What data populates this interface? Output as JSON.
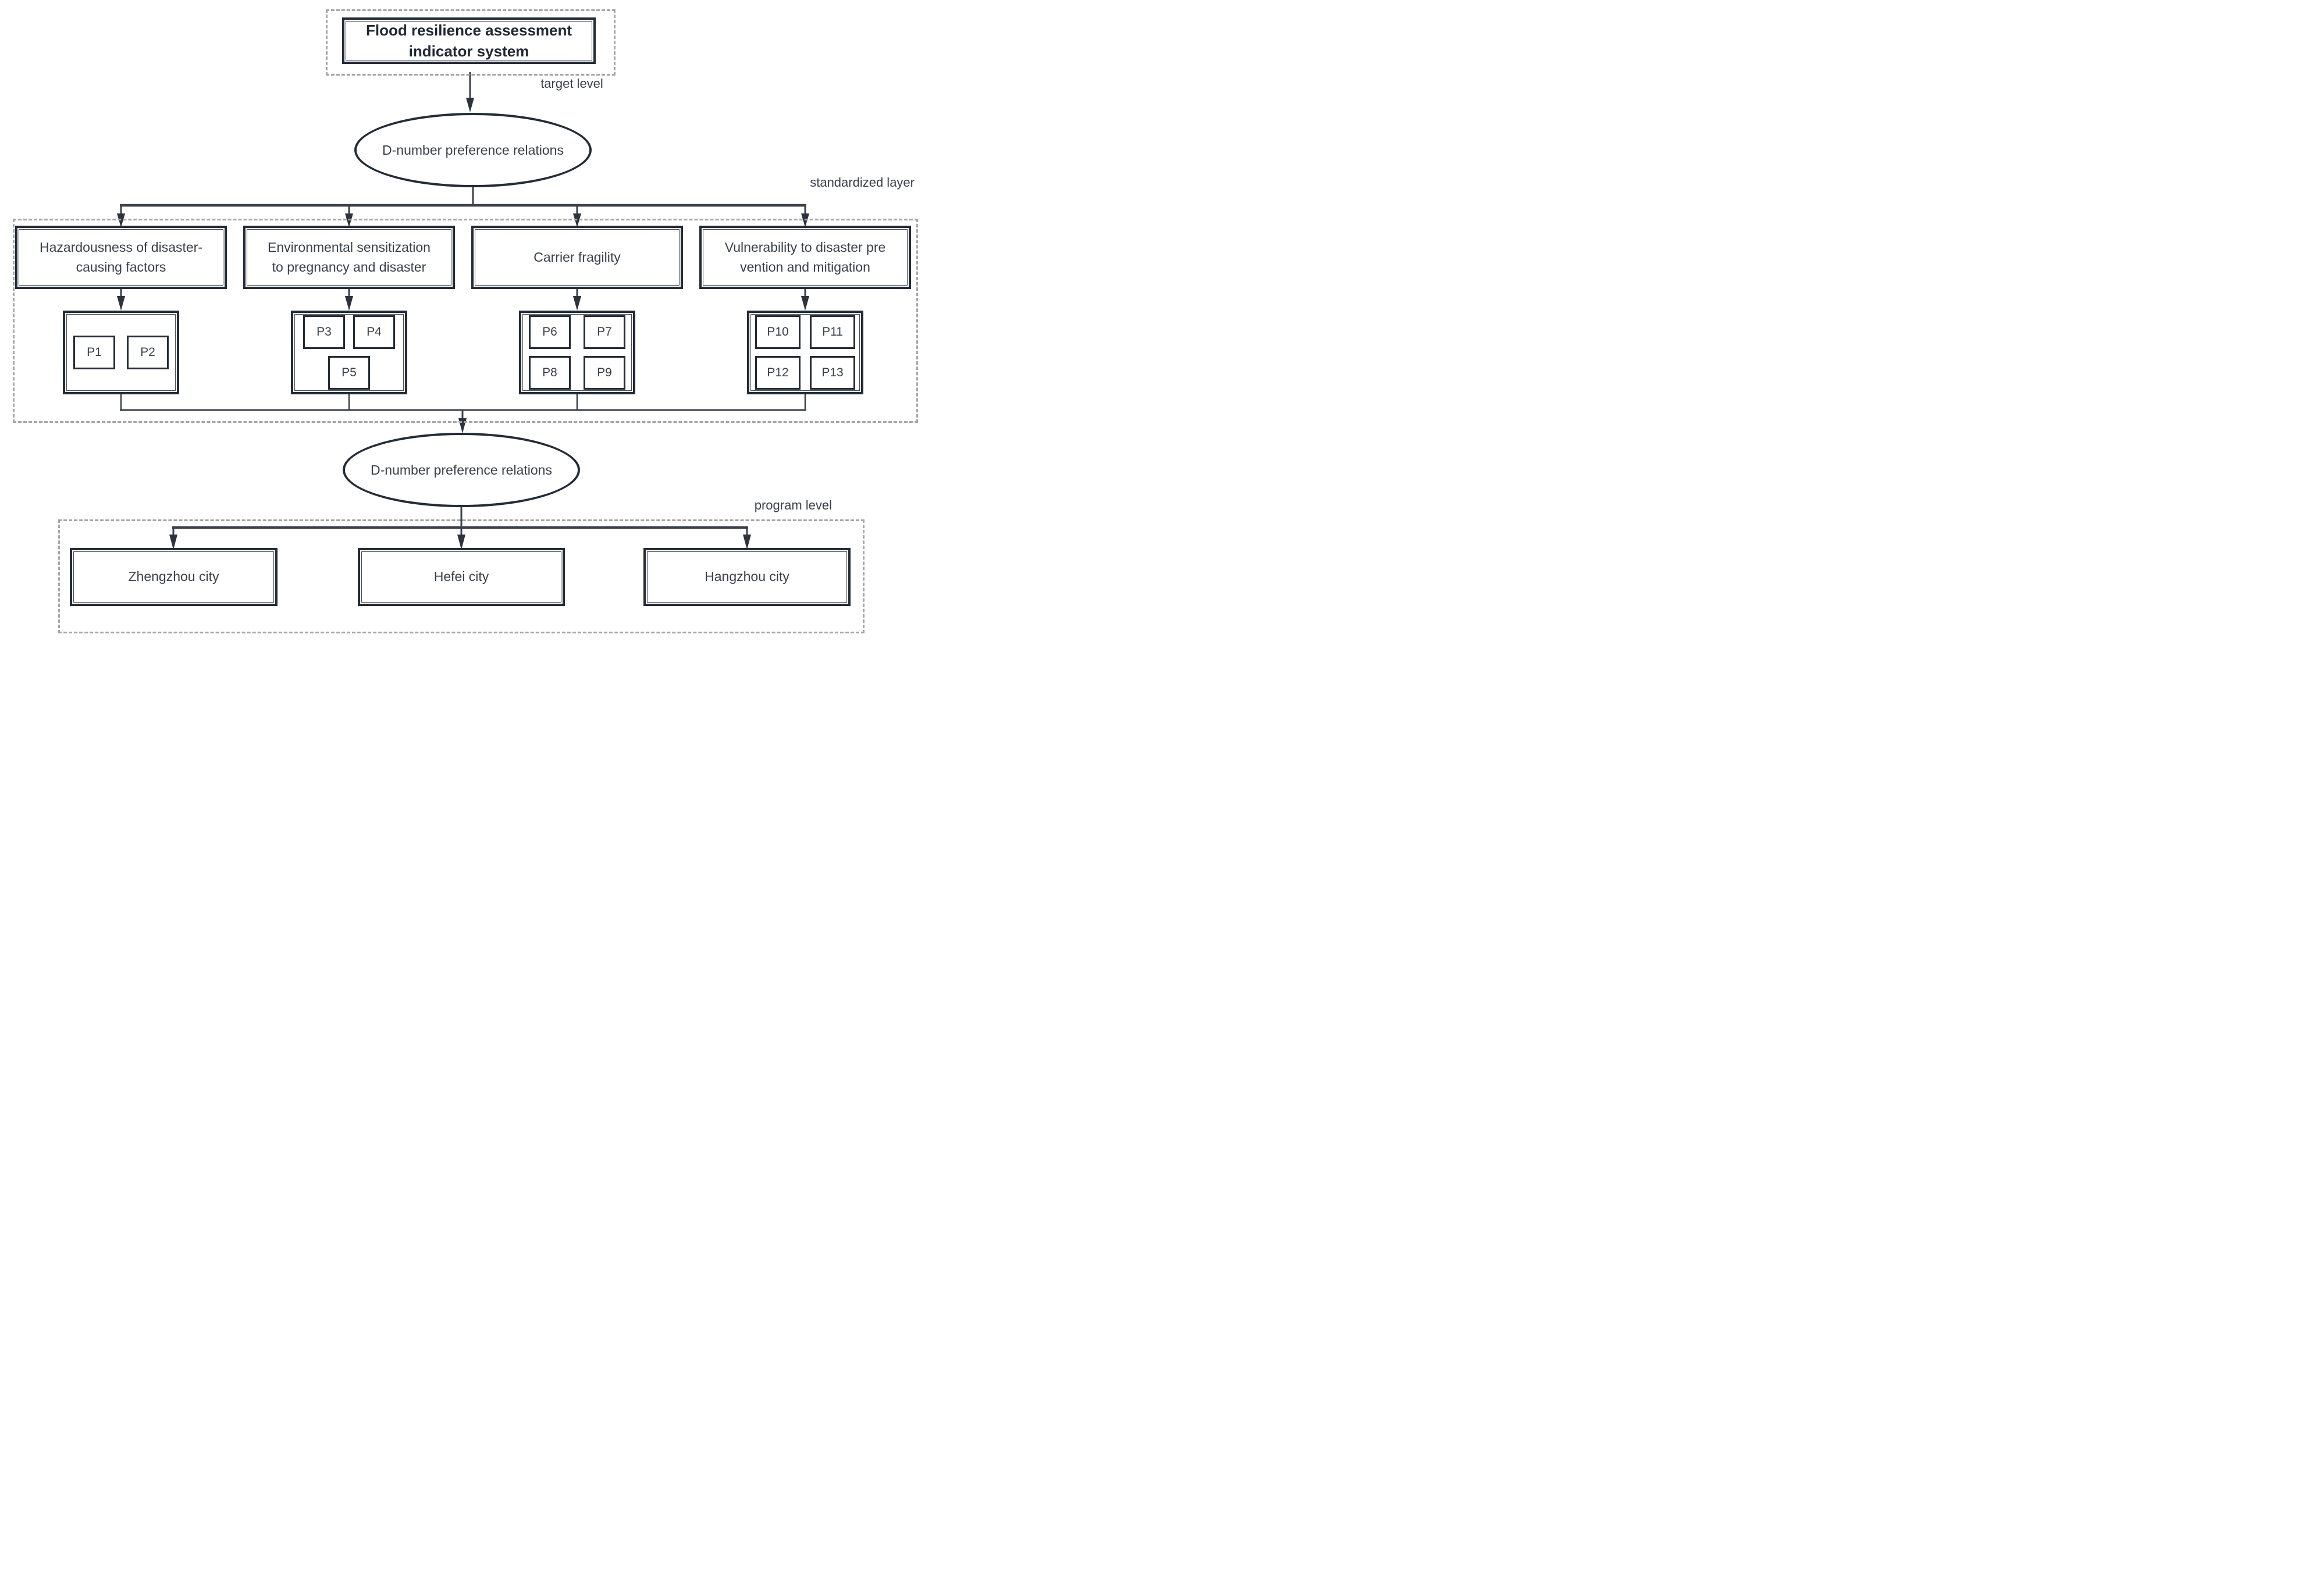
{
  "title": {
    "line1": "Flood resilience assessment",
    "line2": "indicator system"
  },
  "labels": {
    "target_level": "target level",
    "standardized_layer": "standardized layer",
    "program_level": "program level"
  },
  "ellipses": {
    "top": "D-number preference relations",
    "bottom": "D-number preference relations"
  },
  "categories": [
    {
      "line1": "Hazardousness of disaster-",
      "line2": "causing factors",
      "indicators": [
        "P1",
        "P2"
      ]
    },
    {
      "line1": "Environmental sensitization",
      "line2": "to pregnancy and disaster",
      "indicators": [
        "P3",
        "P4",
        "P5"
      ]
    },
    {
      "line1": "Carrier fragility",
      "line2": "",
      "indicators": [
        "P6",
        "P7",
        "P8",
        "P9"
      ]
    },
    {
      "line1": "Vulnerability to disaster pre",
      "line2": "vention and mitigation",
      "indicators": [
        "P10",
        "P11",
        "P12",
        "P13"
      ]
    }
  ],
  "alternatives": [
    "Zhengzhou city",
    "Hefei city",
    "Hangzhou city"
  ],
  "colors": {
    "box_border": "#232c37",
    "connector_line": "#3a404a",
    "arrowhead": "#2c333d",
    "dashed_frame": "#a6a6a6",
    "text": "#39404a",
    "background": "#ffffff"
  }
}
